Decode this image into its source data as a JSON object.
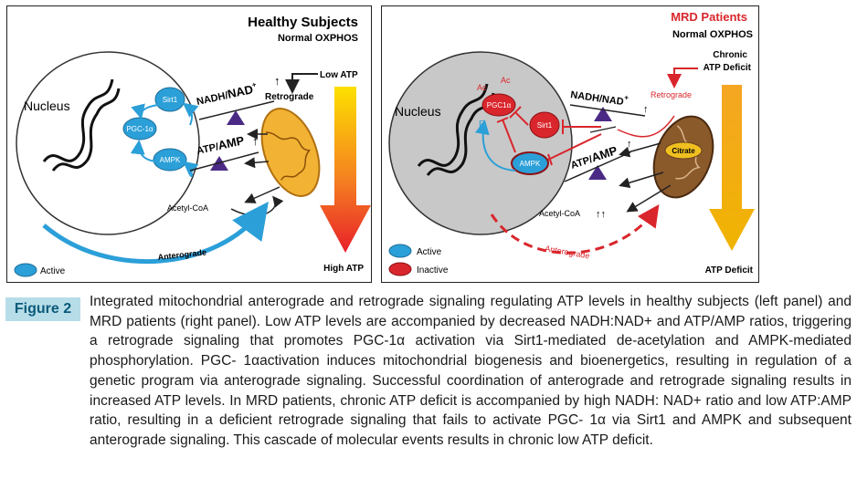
{
  "left_panel": {
    "title": "Healthy Subjects",
    "subtitle": "Normal OXPHOS",
    "nucleus": "Nucleus",
    "sirt1": "Sirt1",
    "pgc": "PGC-1α",
    "ampk": "AMPK",
    "nadh": "NADH/",
    "nad": "NAD",
    "nad_sup": "+",
    "atp": "ATP/",
    "amp": "AMP",
    "low_atp": "Low ATP",
    "retrograde": "Retrograde",
    "acetyl": "Acetyl-CoA",
    "anterograde": "Anterograde",
    "legend_active": "Active",
    "high_atp": "High ATP"
  },
  "right_panel": {
    "title": "MRD Patients",
    "subtitle": "Normal OXPHOS",
    "chronic": "Chronic",
    "deficit_label": "ATP Deficit",
    "nucleus": "Nucleus",
    "ac1": "Ac",
    "ac2": "Ac",
    "pgc": "PGC1α",
    "p": "P",
    "sirt1": "Sirt1",
    "ampk": "AMPK",
    "nadh": "NADH/",
    "nad": "NAD",
    "nad_sup": "+",
    "atp": "ATP/",
    "amp": "AMP",
    "retrograde": "Retrograde",
    "citrate": "Citrate",
    "acetyl": "Acetyl-CoA",
    "acetyl_arrows": "↑↑",
    "anterograde": "Anterograde",
    "legend_active": "Active",
    "legend_inactive": "Inactive",
    "atp_deficit": "ATP Deficit"
  },
  "caption": {
    "label": "Figure 2",
    "text": "Integrated mitochondrial anterograde and retrograde signaling regulating ATP levels in healthy subjects (left panel) and MRD patients (right panel). Low ATP levels are accompanied by decreased NADH:NAD+ and ATP/AMP ratios, triggering a retrograde signaling that promotes PGC-1α activation via Sirt1-mediated de-acetylation and AMPK-mediated phosphorylation. PGC- 1αactivation induces mitochondrial biogenesis and bioenergetics, resulting in regulation of a genetic program via anterograde signaling. Successful coordination of anterograde and retrograde signaling results in increased ATP levels. In MRD patients, chronic ATP deficit is accompanied by high NADH: NAD+ ratio and low ATP:AMP ratio, resulting in a deficient retrograde signaling that fails to activate PGC- 1α via Sirt1 and AMPK and subsequent anterograde signaling. This cascade of molecular events results in chronic low ATP deficit."
  },
  "colors": {
    "active": "#2b9fd8",
    "inactive": "#d9262c",
    "triangle": "#4b2a86",
    "mito_left": "#e8a020",
    "mito_right": "#6b4020",
    "nucleus_right": "#c8c8c8"
  }
}
